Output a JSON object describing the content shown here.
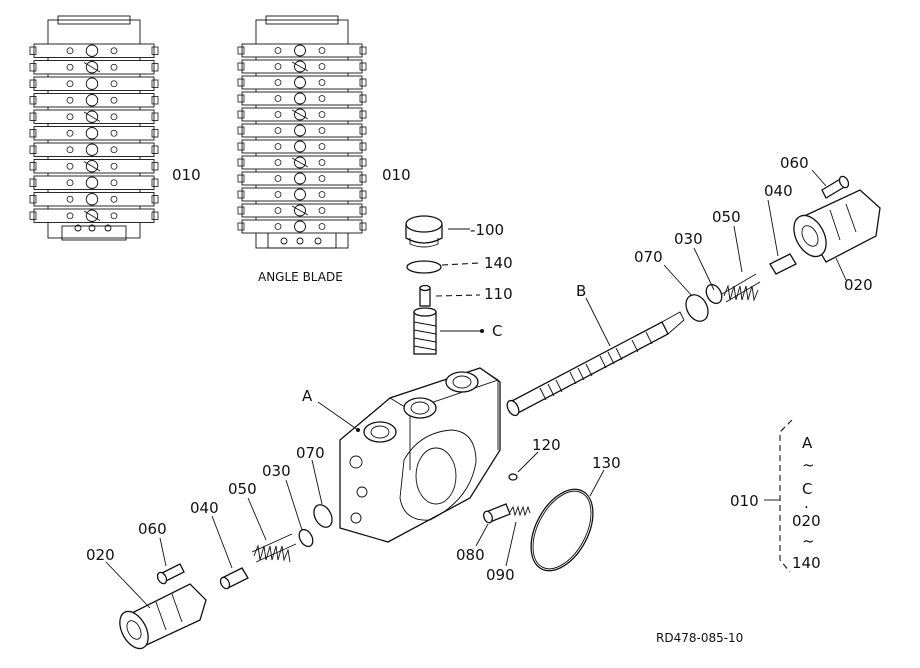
{
  "labels": {
    "assembly_left": "010",
    "assembly_right": "010",
    "angle_blade": "ANGLE BLADE",
    "p100": "-100",
    "p140": "140",
    "p110": "110",
    "pC": "C",
    "pB": "B",
    "pA": "A",
    "p060_top": "060",
    "p040_top": "040",
    "p050_top": "050",
    "p030_top": "030",
    "p070_top": "070",
    "p020_top": "020",
    "p120": "120",
    "p130": "130",
    "p080": "080",
    "p090": "090",
    "p060_bot": "060",
    "p040_bot": "040",
    "p050_bot": "050",
    "p030_bot": "030",
    "p070_bot": "070",
    "p020_bot": "020"
  },
  "legend": {
    "code": "010",
    "range_start": "A",
    "tilde1": "~",
    "range_mid": "C",
    "dot": ".",
    "range_020": "020",
    "tilde2": "~",
    "range_end": "140"
  },
  "drawing_ref": "RD478-085-10"
}
